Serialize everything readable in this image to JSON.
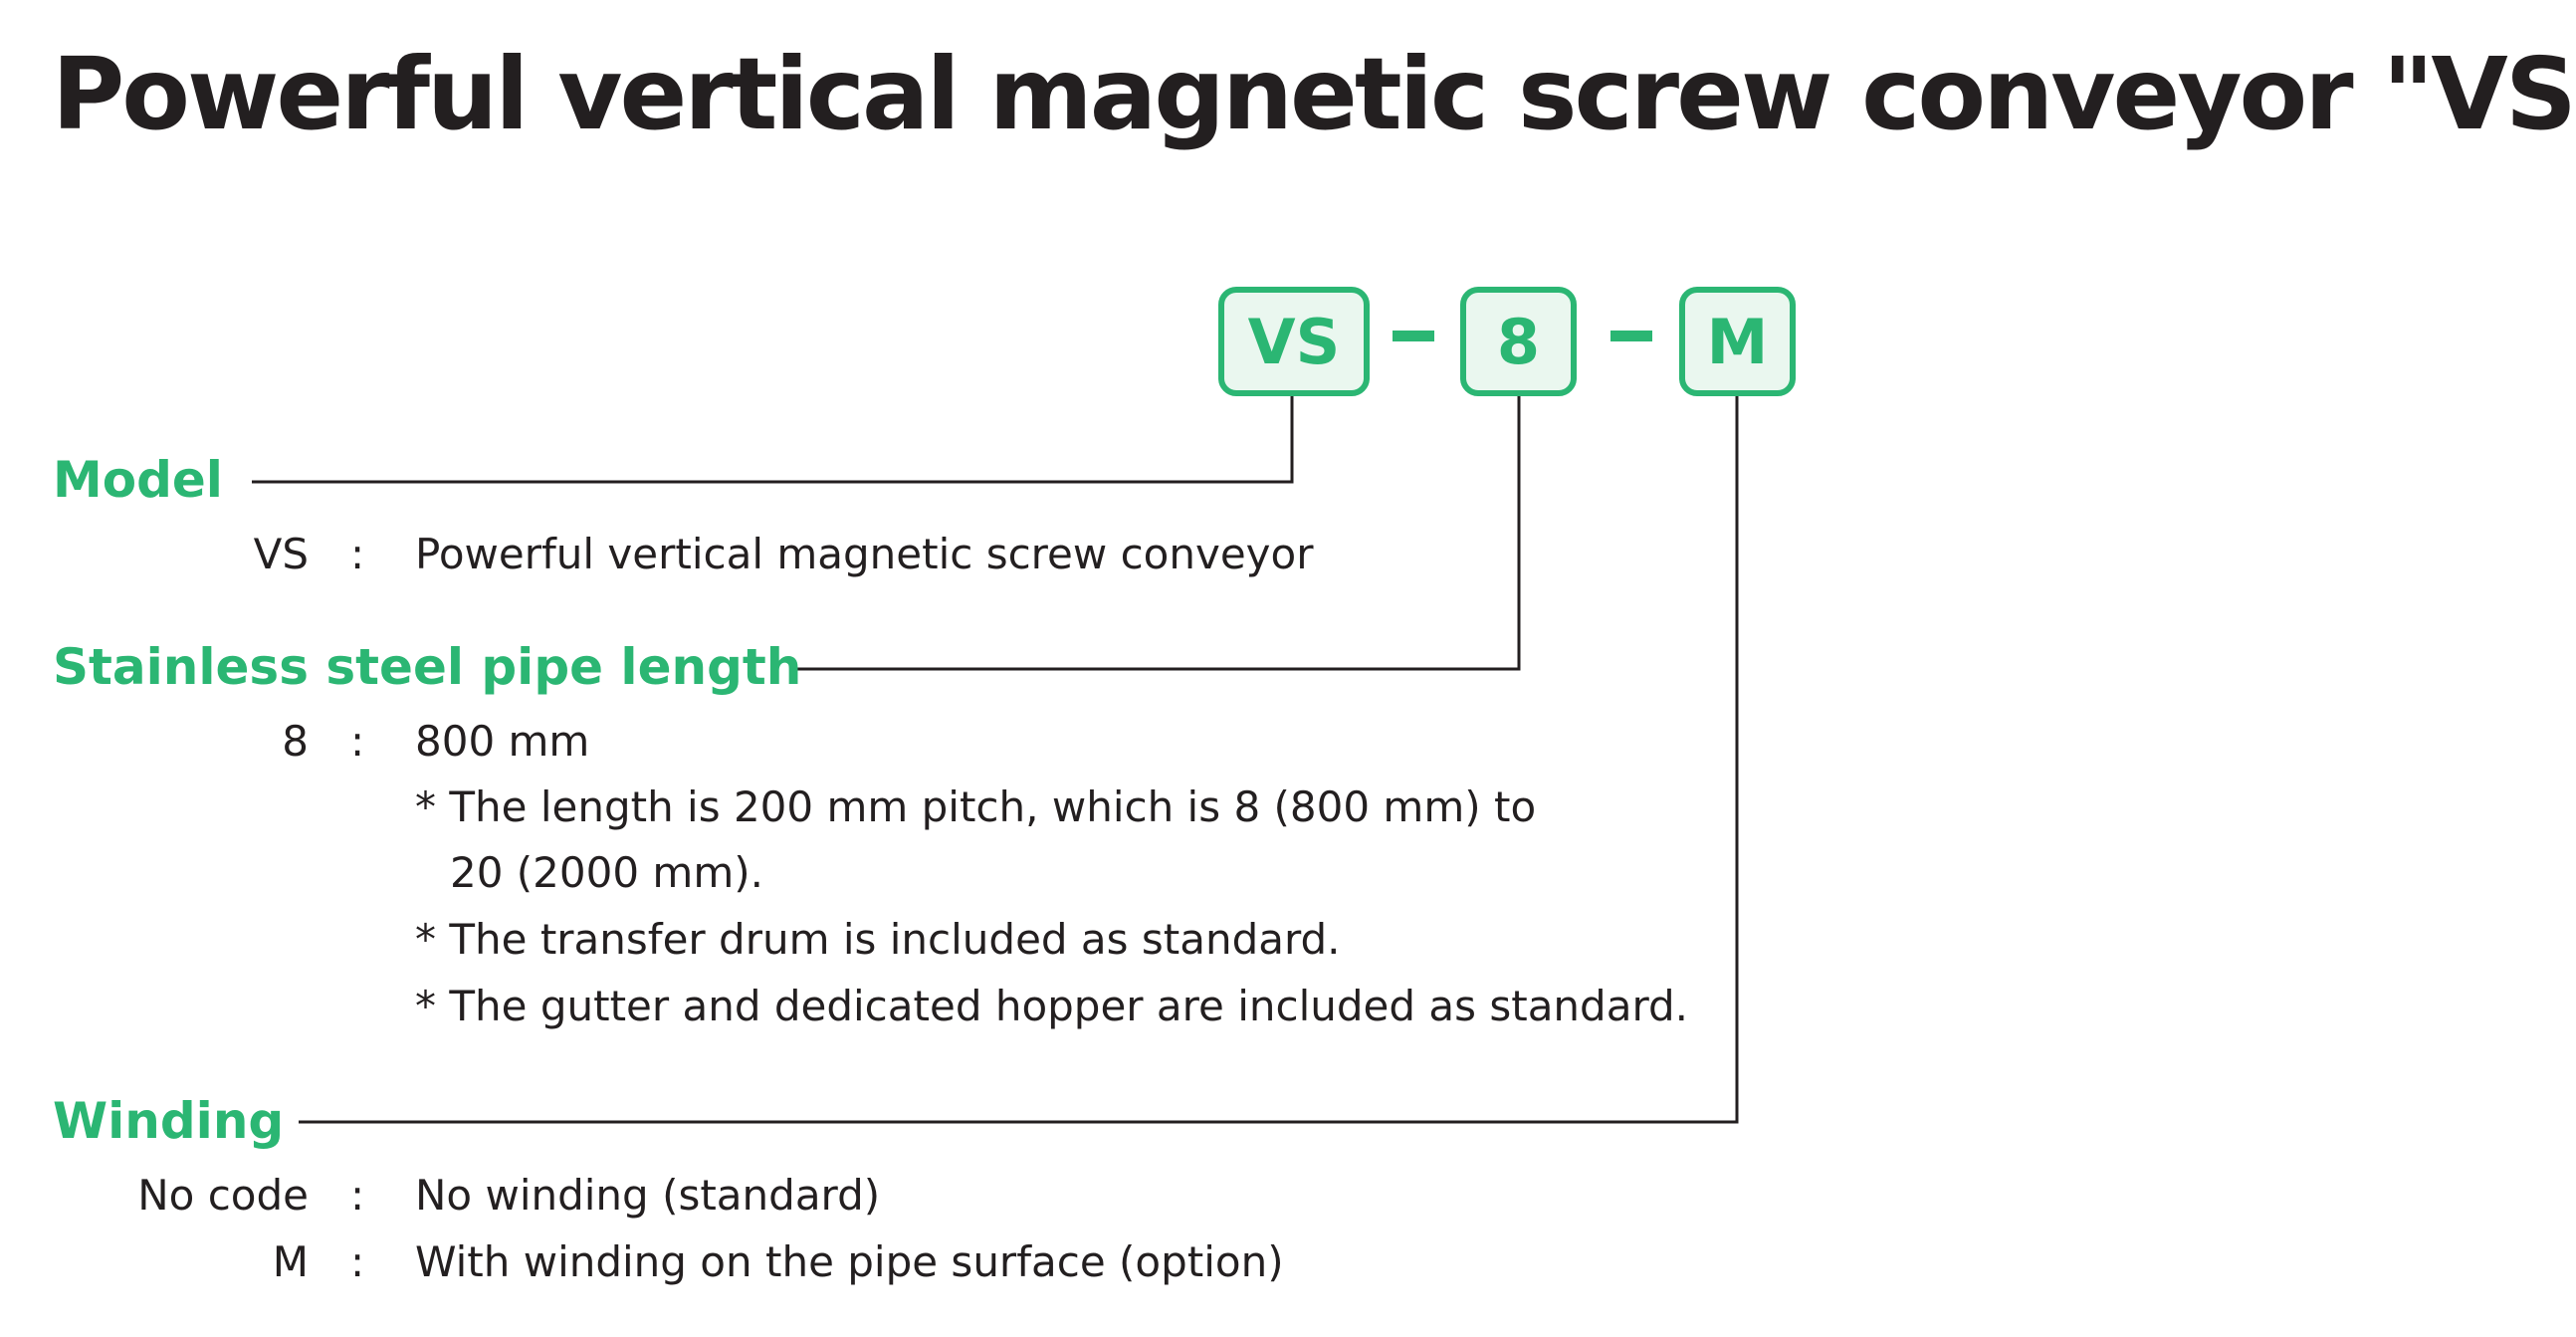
{
  "title": "Powerful vertical magnetic screw conveyor \"VS\"",
  "model_code": {
    "parts": [
      "VS",
      "8",
      "M"
    ],
    "separator": "-"
  },
  "colors": {
    "accent_green": "#2bb673",
    "box_fill": "#eaf7ef",
    "text": "#231f20"
  },
  "sections": {
    "model": {
      "heading": "Model",
      "rows": [
        {
          "code": "VS",
          "sep": ":",
          "desc": "Powerful vertical magnetic screw conveyor"
        }
      ]
    },
    "length": {
      "heading": "Stainless steel pipe length",
      "rows": [
        {
          "code": "8",
          "sep": ":",
          "desc": "800 mm"
        }
      ],
      "notes": [
        "* The length is 200 mm pitch, which is 8 (800 mm) to",
        "20 (2000 mm).",
        "* The transfer drum is included as standard.",
        "* The gutter and dedicated hopper are included as standard."
      ]
    },
    "winding": {
      "heading": "Winding",
      "rows": [
        {
          "code": "No code",
          "sep": ":",
          "desc": "No winding (standard)"
        },
        {
          "code": "M",
          "sep": ":",
          "desc": "With winding on the pipe surface (option)"
        }
      ]
    }
  }
}
